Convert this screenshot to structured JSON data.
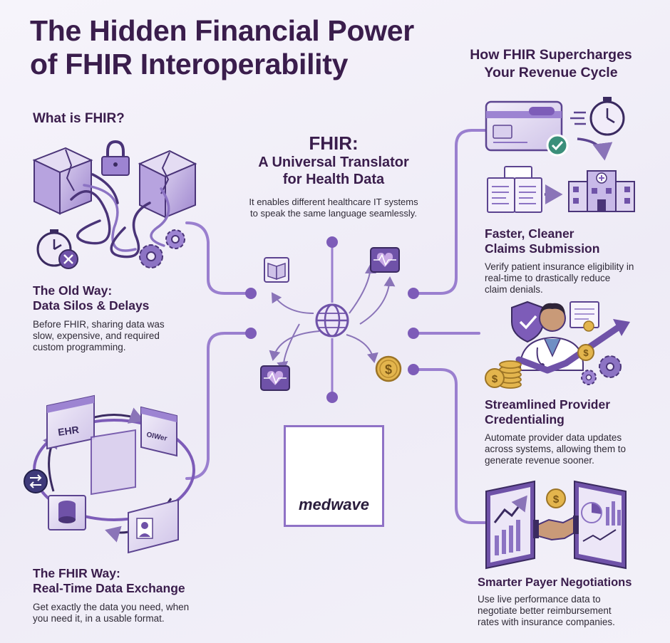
{
  "title": {
    "line1": "The Hidden Financial Power",
    "line2": "of FHIR Interoperability"
  },
  "left": {
    "heading": "What is FHIR?",
    "old_way": {
      "title_line1": "The Old Way:",
      "title_line2": "Data Silos & Delays",
      "desc_line1": "Before FHIR, sharing data was",
      "desc_line2": "slow, expensive, and required",
      "desc_line3": "custom programming."
    },
    "fhir_way": {
      "title_line1": "The FHIR Way:",
      "title_line2": "Real-Time Data Exchange",
      "desc_line1": "Get exactly the data you need, when",
      "desc_line2": "you need it, in a usable format.",
      "tag_ehr": "EHR",
      "tag_other": "OIWer"
    }
  },
  "center": {
    "title": "FHIR:",
    "subtitle_line1": "A Universal Translator",
    "subtitle_line2": "for Health Data",
    "desc_line1": "It enables different healthcare IT systems",
    "desc_line2": "to speak the same language seamlessly.",
    "logo_text": "medwave"
  },
  "right": {
    "heading_line1": "How FHIR Supercharges",
    "heading_line2": "Your Revenue Cycle",
    "claims": {
      "title_line1": "Faster, Cleaner",
      "title_line2": "Claims Submission",
      "desc_line1": "Verify patient insurance eligibility in",
      "desc_line2": "real-time to drastically reduce",
      "desc_line3": "claim denials."
    },
    "credentialing": {
      "title_line1": "Streamlined Provider",
      "title_line2": "Credentialing",
      "desc_line1": "Automate provider data updates",
      "desc_line2": "across systems, allowing them to",
      "desc_line3": "generate revenue sooner."
    },
    "negotiations": {
      "title": "Smarter Payer Negotiations",
      "desc_line1": "Use live performance data to",
      "desc_line2": "negotiate better reimbursement",
      "desc_line3": "rates with insurance companies."
    }
  },
  "colors": {
    "primary_purple": "#7d5cb8",
    "dark_purple": "#3a1d4c",
    "line_purple": "#9a7fcf",
    "gold": "#d9a940"
  }
}
